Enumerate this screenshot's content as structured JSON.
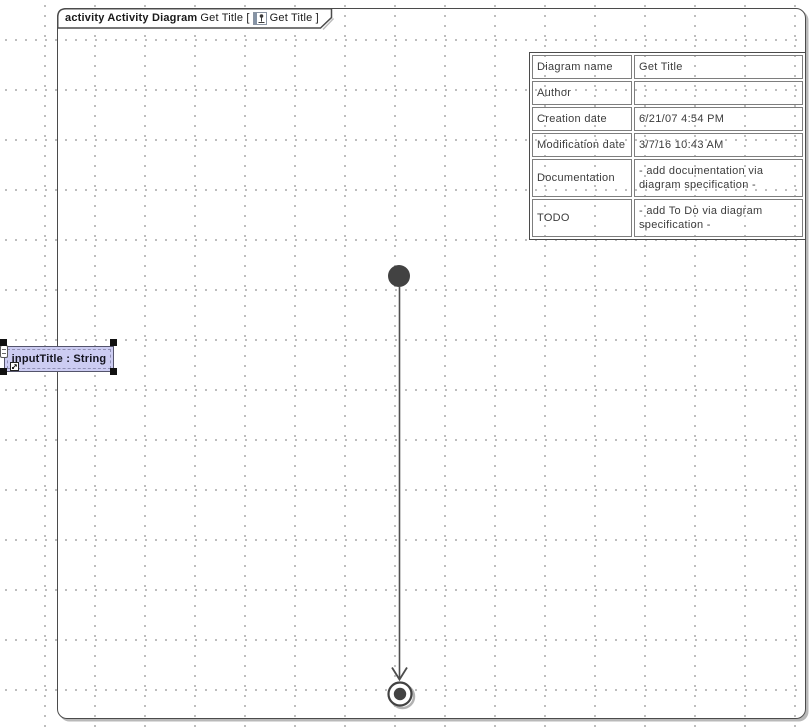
{
  "header": {
    "kind_label": "activity Activity Diagram",
    "name_label": "Get Title [",
    "icon": "activity-diagram-icon",
    "context_label": "Get Title ]"
  },
  "info_table": {
    "rows": [
      {
        "label": "Diagram name",
        "value": "Get Title"
      },
      {
        "label": "Author",
        "value": ""
      },
      {
        "label": "Creation date",
        "value": "6/21/07 4:54 PM"
      },
      {
        "label": "Modification date",
        "value": "3/7/16 10:43 AM"
      },
      {
        "label": "Documentation",
        "value": "- add documentation via diagram specification -"
      },
      {
        "label": "TODO",
        "value": "- add To Do via diagram specification -"
      }
    ]
  },
  "diagram": {
    "parameter_node": {
      "label": "inputTitle : String",
      "selected": true
    },
    "initial_node": {
      "type": "initial node"
    },
    "final_node": {
      "type": "activity final node"
    },
    "edge": {
      "type": "control flow"
    }
  },
  "colors": {
    "selection_fill": "#ccccf2",
    "frame_border": "#4b4b4b",
    "node_fill": "#424242",
    "grid_dot": "#9c9c9c",
    "shadow": "#b9b9b9"
  }
}
